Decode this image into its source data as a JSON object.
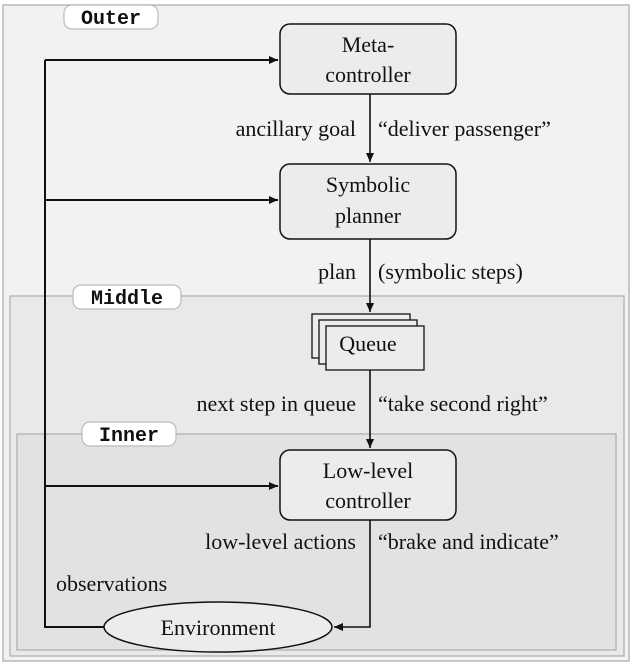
{
  "zones": {
    "outer": "Outer",
    "middle": "Middle",
    "inner": "Inner"
  },
  "nodes": {
    "meta_controller": [
      "Meta-",
      "controller"
    ],
    "symbolic_planner": [
      "Symbolic",
      "planner"
    ],
    "queue": "Queue",
    "low_level_controller": [
      "Low-level",
      "controller"
    ],
    "environment": "Environment"
  },
  "edges": {
    "meta_to_planner": {
      "left": "ancillary goal",
      "right": "“deliver passenger”"
    },
    "planner_to_queue": {
      "left": "plan",
      "right": "(symbolic steps)"
    },
    "queue_to_low": {
      "left": "next step in queue",
      "right": "“take second right”"
    },
    "low_to_env": {
      "left": "low-level actions",
      "right": "“brake and indicate”"
    },
    "env_feedback": "observations"
  },
  "colors": {
    "outer_fill": "#f2f2f2",
    "middle_fill": "#e9e9e9",
    "inner_fill": "#e2e2e2",
    "zone_border": "#b8b8b8",
    "node_fill": "#ececec",
    "line": "#111111"
  }
}
